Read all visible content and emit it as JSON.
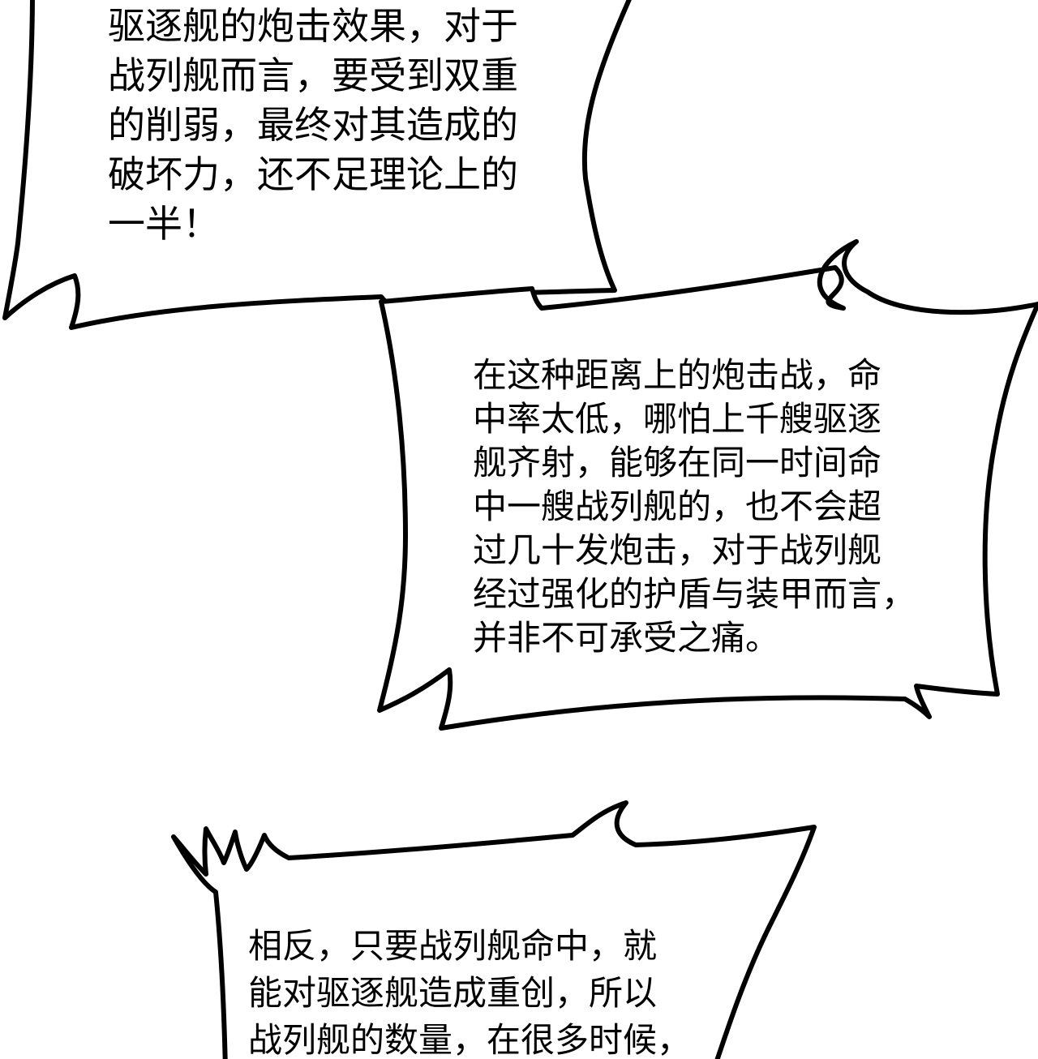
{
  "colors": {
    "background": "#ffffff",
    "ink": "#000000"
  },
  "bubbles": [
    {
      "lines": [
        "驱逐舰的炮击效果，对于",
        "战列舰而言，要受到双重",
        "的削弱，最终对其造成的",
        "破坏力，还不足理论上的",
        "一半！"
      ]
    },
    {
      "lines": [
        "在这种距离上的炮击战，命",
        "中率太低，哪怕上千艘驱逐",
        "舰齐射，能够在同一时间命",
        "中一艘战列舰的，也不会超",
        "过几十发炮击，对于战列舰",
        "经过强化的护盾与装甲而言，",
        "并非不可承受之痛。"
      ]
    },
    {
      "lines": [
        "相反，只要战列舰命中，就",
        "能对驱逐舰造成重创，所以",
        "战列舰的数量，在很多时候，"
      ]
    }
  ]
}
